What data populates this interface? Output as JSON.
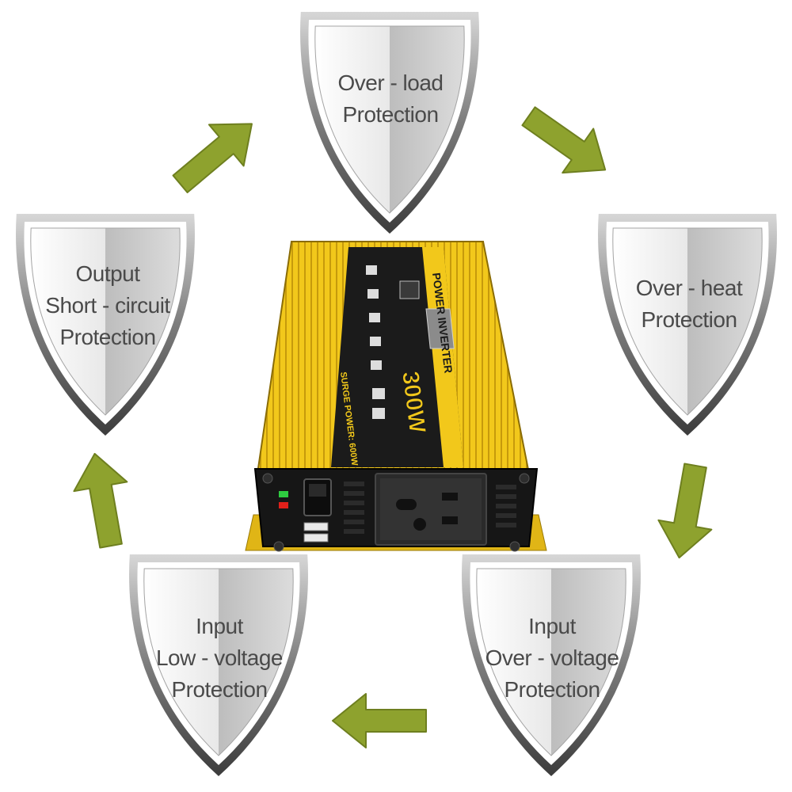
{
  "colors": {
    "arrow": "#8ea22e",
    "arrow_dark": "#6e7f1f",
    "shield_light": "#f4f4f4",
    "shield_mid": "#c9c9c9",
    "shield_dark": "#9a9a9a",
    "device_yellow": "#f2c81b",
    "device_black": "#1b1b1b",
    "text": "#4a4a4a"
  },
  "shields": [
    {
      "id": "over-load",
      "lines": [
        "Over - load",
        "Protection"
      ]
    },
    {
      "id": "over-heat",
      "lines": [
        "Over - heat",
        "Protection"
      ]
    },
    {
      "id": "input-over-voltage",
      "lines": [
        "Input",
        "Over - voltage",
        "Protection"
      ]
    },
    {
      "id": "input-low-voltage",
      "lines": [
        "Input",
        "Low - voltage",
        "Protection"
      ]
    },
    {
      "id": "output-short-circuit",
      "lines": [
        "Output",
        "Short - circuit",
        "Protection"
      ]
    }
  ],
  "device": {
    "title": "POWER INVERTER",
    "rating": "300W",
    "surge": "SURGE POWER: 600W"
  },
  "icons": [
    "shield-icon",
    "arrow-icon",
    "power-switch-icon",
    "usb-port-icon",
    "ac-outlet-icon"
  ]
}
